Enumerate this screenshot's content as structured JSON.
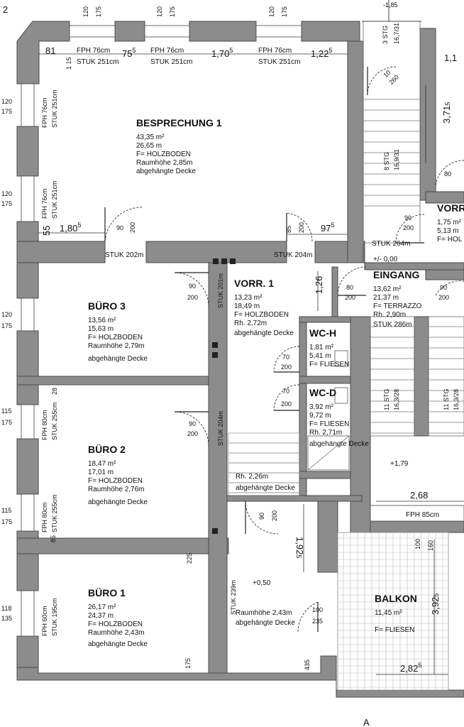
{
  "rooms": {
    "besprechung1": {
      "name": "BESPRECHUNG 1",
      "area": "43,35 m²",
      "perimeter": "26,65 m",
      "floor": "F= HOLZBODEN",
      "height": "Raumhöhe 2,85m",
      "ceiling": "abgehängte Decke"
    },
    "buero3": {
      "name": "BÜRO 3",
      "area": "13,56 m²",
      "perimeter": "15,63 m",
      "floor": "F= HOLZBODEN",
      "height": "Raumhöhe 2,79m",
      "ceiling": "abgehängte Decke"
    },
    "buero2": {
      "name": "BÜRO 2",
      "area": "18,47 m²",
      "perimeter": "17,01 m",
      "floor": "F= HOLZBODEN",
      "height": "Raumhöhe 2,76m",
      "ceiling": "abgehängte Decke"
    },
    "buero1": {
      "name": "BÜRO 1",
      "area": "26,17 m²",
      "perimeter": "24,37 m",
      "floor": "F= HOLZBODEN",
      "height": "Raumhöhe 2,43m",
      "ceiling": "abgehängte Decke"
    },
    "vorr1": {
      "name": "VORR. 1",
      "area": "13,23 m²",
      "perimeter": "18,49 m",
      "height": "Rh. 2,72m",
      "floor": "F= HOLZBODEN",
      "ceiling": "abgehängte Decke"
    },
    "wch": {
      "name": "WC-H",
      "area": "1,81 m²",
      "perimeter": "5,41 m",
      "floor": "F= FLIESEN"
    },
    "wcd": {
      "name": "WC-D",
      "area": "3,92 m²",
      "perimeter": "9,72 m",
      "floor": "F= FLIESEN",
      "height": "Rh. 2,71m",
      "ceiling": "abgehängte Decke"
    },
    "eingang": {
      "name": "EINGANG",
      "area": "13,62 m²",
      "perimeter": "21,37 m",
      "floor": "F= TERRAZZO",
      "height": "Rh. 2,90m",
      "stuk": "STUK 286m"
    },
    "balkon": {
      "name": "BALKON",
      "area": "11,45 m²",
      "floor": "F= FLIESEN"
    },
    "vorr_right": {
      "name": "VORR",
      "area": "1,75 m²",
      "perimeter": "5,13 m",
      "floor": "F= HOL"
    },
    "lower_hall": {
      "height": "Raumhöhe 2,43m",
      "ceiling": "abgehängte Decke"
    },
    "vorr_lower": {
      "height": "Rh. 2,26m",
      "ceiling": "abgehängte Decke"
    }
  },
  "dimensions": {
    "d81": "81",
    "d75": "75",
    "d75sup": "5",
    "d170": "1,70",
    "d170sup": "5",
    "d122": "1,22",
    "d122sup": "5",
    "d180": "1,80",
    "d180sup": "5",
    "d97": "97",
    "d97sup": "5",
    "d55": "55",
    "d126": "1,26",
    "d268": "2,68",
    "d371": "3,71",
    "d371sup": "5",
    "d192": "1,92",
    "d192sup": "5",
    "d392": "3,92",
    "d392sup": "5",
    "d282": "2,82",
    "d282sup": "5",
    "d11": "1,1",
    "d28": "28",
    "d43": "43",
    "d43sup": "5",
    "d22": "22",
    "d22sup": "5",
    "d17": "17",
    "d17sup": "5",
    "d8": "8",
    "d8sup": "5",
    "d115": "1 15"
  },
  "levels": {
    "entry": "+/- 0,00",
    "stair": "+1,79",
    "hall": "+0,50",
    "top": "-1,85"
  },
  "window_labels": {
    "fph76": "FPH 76cm",
    "stuk251": "STUK 251cm",
    "fph80": "FPH 80cm",
    "stuk255": "STUK 255cm",
    "fph60": "FPH 60cm",
    "stuk195": "STUK 195cm",
    "fph85": "FPH 85cm"
  },
  "stuk_labels": {
    "s202": "STUK 202m",
    "s204": "STUK 204m",
    "s201": "STUK 201m",
    "s204b": "STUK 204m",
    "s239": "STUK 239m",
    "s264": "STUK 264m"
  },
  "stair_labels": {
    "s3stg": "3 STG",
    "s3stg_r": "16,7/31",
    "s8stg": "8 STG",
    "s8stg_r": "16,9/31",
    "s11stg": "11 STG",
    "s11stg_r": "16,3/28",
    "s11stg2": "11 STG",
    "s11stg2_r": "16,3/28"
  },
  "openings": {
    "w120": "120",
    "w175": "175",
    "w115": "115",
    "w118": "118",
    "w135": "135",
    "w100": "100",
    "w160": "160",
    "d90": "90",
    "d200": "200",
    "d80": "80",
    "d70": "70",
    "d85": "85",
    "d100": "100",
    "d235": "235",
    "d260": "260",
    "d10": "10"
  },
  "misc": {
    "top_left": "2",
    "section": "A"
  }
}
